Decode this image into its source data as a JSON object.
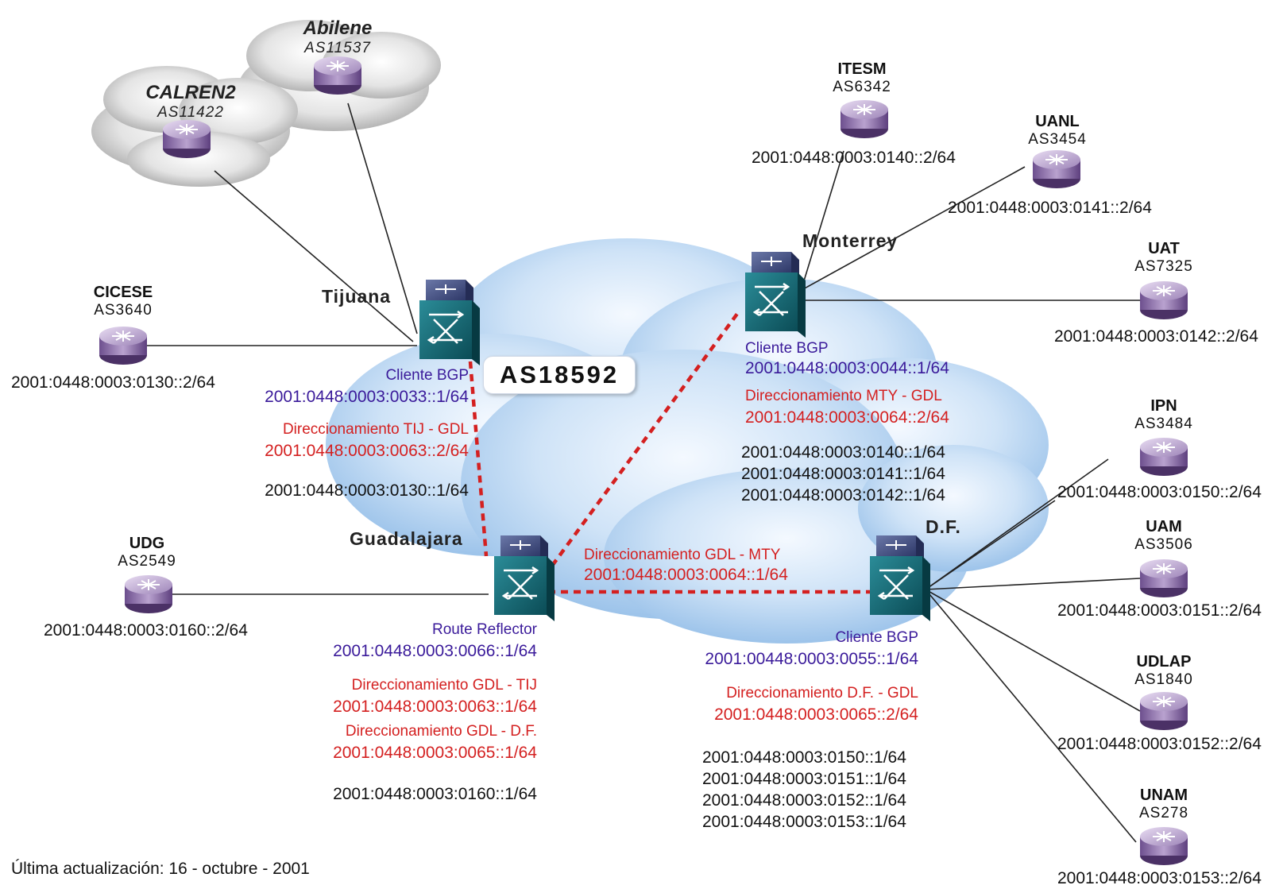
{
  "backbone": {
    "as": "AS18592"
  },
  "clouds": {
    "abilene": {
      "name": "Abilene",
      "as": "AS11537"
    },
    "calren": {
      "name": "CALREN2",
      "as": "AS11422"
    }
  },
  "peers": {
    "cicese": {
      "name": "CICESE",
      "as": "AS3640",
      "addr": "2001:0448:0003:0130::2/64"
    },
    "udg": {
      "name": "UDG",
      "as": "AS2549",
      "addr": "2001:0448:0003:0160::2/64"
    },
    "itesm": {
      "name": "ITESM",
      "as": "AS6342",
      "addr": "2001:0448:0003:0140::2/64"
    },
    "uanl": {
      "name": "UANL",
      "as": "AS3454",
      "addr": "2001:0448:0003:0141::2/64"
    },
    "uat": {
      "name": "UAT",
      "as": "AS7325",
      "addr": "2001:0448:0003:0142::2/64"
    },
    "ipn": {
      "name": "IPN",
      "as": "AS3484",
      "addr": "2001:0448:0003:0150::2/64"
    },
    "uam": {
      "name": "UAM",
      "as": "AS3506",
      "addr": "2001:0448:0003:0151::2/64"
    },
    "udlap": {
      "name": "UDLAP",
      "as": "AS1840",
      "addr": "2001:0448:0003:0152::2/64"
    },
    "unam": {
      "name": "UNAM",
      "as": "AS278",
      "addr": "2001:0448:0003:0153::2/64"
    }
  },
  "tijuana": {
    "city": "Tijuana",
    "role": "Cliente BGP",
    "bgp_addr": "2001:0448:0003:0033::1/64",
    "link_title": "Direccionamiento TIJ - GDL",
    "link_addr": "2001:0448:0003:0063::2/64",
    "net_addr": "2001:0448:0003:0130::1/64"
  },
  "guadalajara": {
    "city": "Guadalajara",
    "role": "Route Reflector",
    "bgp_addr": "2001:0448:0003:0066::1/64",
    "link1_title": "Direccionamiento GDL - TIJ",
    "link1_addr": "2001:0448:0003:0063::1/64",
    "link2_title": "Direccionamiento GDL - D.F.",
    "link2_addr": "2001:0448:0003:0065::1/64",
    "net_addr": "2001:0448:0003:0160::1/64",
    "mty_title": "Direccionamiento GDL - MTY",
    "mty_addr": "2001:0448:0003:0064::1/64"
  },
  "monterrey": {
    "city": "Monterrey",
    "role": "Cliente BGP",
    "bgp_addr": "2001:0448:0003:0044::1/64",
    "link_title": "Direccionamiento MTY - GDL",
    "link_addr": "2001:0448:0003:0064::2/64",
    "nets": [
      "2001:0448:0003:0140::1/64",
      "2001:0448:0003:0141::1/64",
      "2001:0448:0003:0142::1/64"
    ]
  },
  "df": {
    "city": "D.F.",
    "role": "Cliente BGP",
    "bgp_addr": "2001:00448:0003:0055::1/64",
    "link_title": "Direccionamiento D.F. - GDL",
    "link_addr": "2001:0448:0003:0065::2/64",
    "nets": [
      "2001:0448:0003:0150::1/64",
      "2001:0448:0003:0151::1/64",
      "2001:0448:0003:0152::1/64",
      "2001:0448:0003:0153::1/64"
    ]
  },
  "footer": "Última actualización: 16 - octubre - 2001",
  "colors": {
    "role": "#3a1a9a",
    "link": "#d42020",
    "switch": "#0f5f6a",
    "router": "#8a6fa8",
    "cloud": "#b9d5f0"
  }
}
